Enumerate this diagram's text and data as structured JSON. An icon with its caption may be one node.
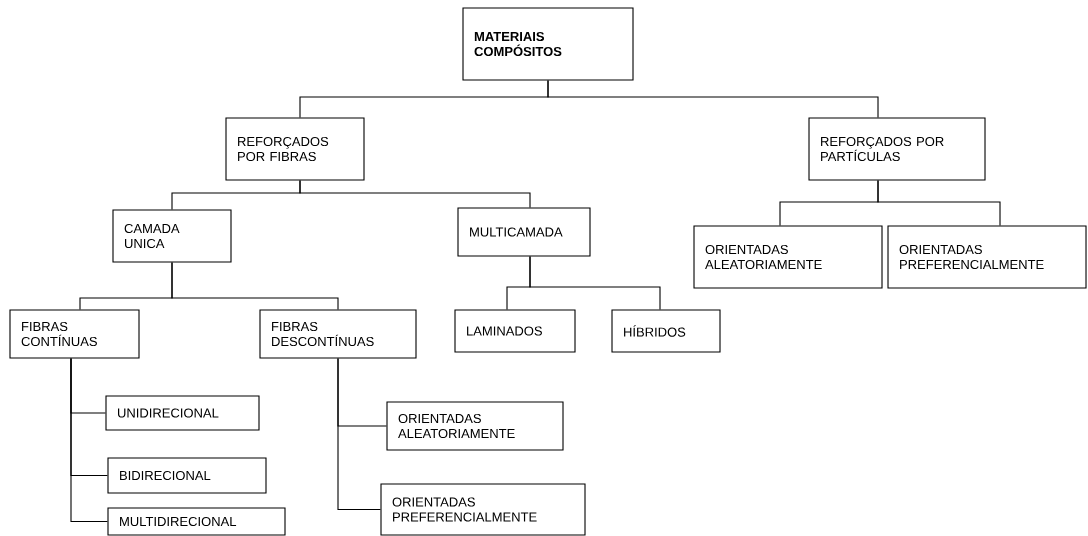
{
  "diagram": {
    "nodes": [
      {
        "text": [
          "MATERIAIS COMPÓSITOS"
        ]
      },
      {
        "text": [
          "REFORÇADOS POR FIBRAS"
        ]
      },
      {
        "text": [
          "REFORÇADOS POR PARTÍCULAS"
        ]
      },
      {
        "text": [
          "CAMADA UNICA"
        ]
      },
      {
        "text": [
          "MULTICAMADA"
        ]
      },
      {
        "text": [
          "ORIENTADAS ALEATORIAMENTE"
        ]
      },
      {
        "text": [
          "ORIENTADAS PREFERENCIALMENTE"
        ]
      },
      {
        "text": [
          "FIBRAS CONTÍNUAS"
        ]
      },
      {
        "text": [
          "FIBRAS DESCONTÍNUAS"
        ]
      },
      {
        "text": [
          "LAMINADOS"
        ]
      },
      {
        "text": [
          "HÍBRIDOS"
        ]
      },
      {
        "text": [
          "UNIDIRECIONAL"
        ]
      },
      {
        "text": [
          "BIDIRECIONAL"
        ]
      },
      {
        "text": [
          "MULTIDIRECIONAL"
        ]
      },
      {
        "text": [
          "ORIENTADAS ALEATORIAMENTE"
        ]
      },
      {
        "text": [
          "ORIENTADAS PREFERENCIALMENTE"
        ]
      }
    ],
    "edges": [
      {
        "from": 0,
        "to": 1,
        "arrow": "none"
      },
      {
        "from": 0,
        "to": 2,
        "arrow": "none"
      },
      {
        "from": 1,
        "to": 3,
        "arrow": "none"
      },
      {
        "from": 1,
        "to": 4,
        "arrow": "none"
      },
      {
        "from": 2,
        "to": 5,
        "arrow": "none"
      },
      {
        "from": 2,
        "to": 6,
        "arrow": "none"
      },
      {
        "from": 3,
        "to": 7,
        "arrow": "none"
      },
      {
        "from": 3,
        "to": 8,
        "arrow": "none"
      },
      {
        "from": 4,
        "to": 9,
        "arrow": "none"
      },
      {
        "from": 4,
        "to": 10,
        "arrow": "none"
      },
      {
        "from": 7,
        "to": 11,
        "arrow": "none"
      },
      {
        "from": 7,
        "to": 12,
        "arrow": "none"
      },
      {
        "from": 7,
        "to": 13,
        "arrow": "none"
      },
      {
        "from": 8,
        "to": 14,
        "arrow": "none"
      },
      {
        "from": 8,
        "to": 15,
        "arrow": "none"
      }
    ]
  }
}
